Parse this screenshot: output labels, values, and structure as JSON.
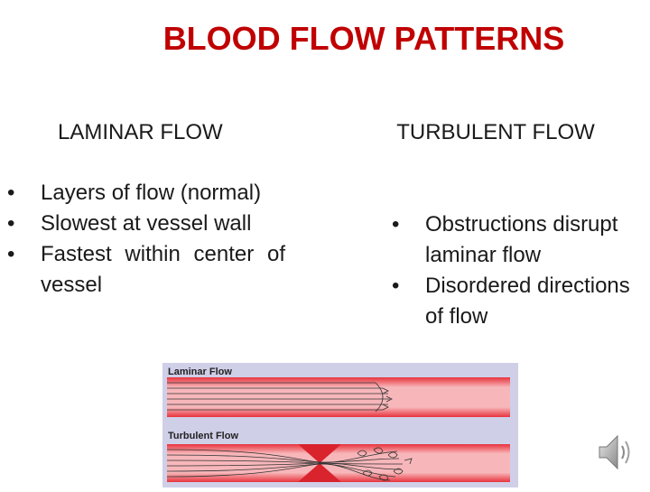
{
  "title": "BLOOD FLOW  PATTERNS",
  "laminar": {
    "heading": "LAMINAR FLOW",
    "bullets": [
      "Layers of flow (normal)",
      "Slowest at vessel wall",
      "Fastest within center of vessel"
    ]
  },
  "turbulent": {
    "heading": "TURBULENT FLOW",
    "bullets": [
      "Obstructions disrupt laminar flow",
      "Disordered directions of flow"
    ]
  },
  "figure": {
    "laminar_label": "Laminar Flow",
    "turbulent_label": "Turbulent Flow",
    "colors": {
      "background": "#cfcfe8",
      "vessel": "#e8333d",
      "vessel_light": "#f7b7ba"
    }
  },
  "audio": {
    "icon": "speaker-icon"
  }
}
